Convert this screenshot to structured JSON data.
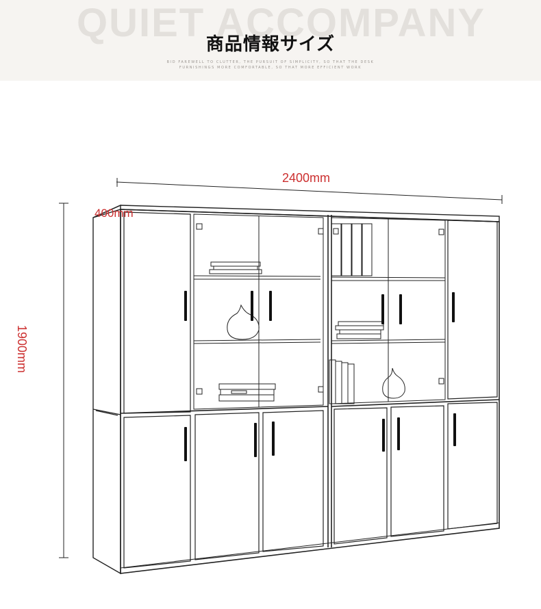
{
  "banner": {
    "watermark": "QUIET ACCOMPANY",
    "title": "商品情報サイズ",
    "tagline_line1": "BID FAREWELL TO CLUTTER, THE PURSUIT OF SIMPLICITY, SO THAT THE DESK",
    "tagline_line2": "FURNISHINGS MORE COMFORTABLE, SO THAT MORE EFFICIENT WORK"
  },
  "dimensions": {
    "width": "2400mm",
    "depth": "400mm",
    "height": "1900mm"
  },
  "colors": {
    "dimension_text": "#cc2f2f",
    "banner_bg": "#f6f4f1"
  }
}
